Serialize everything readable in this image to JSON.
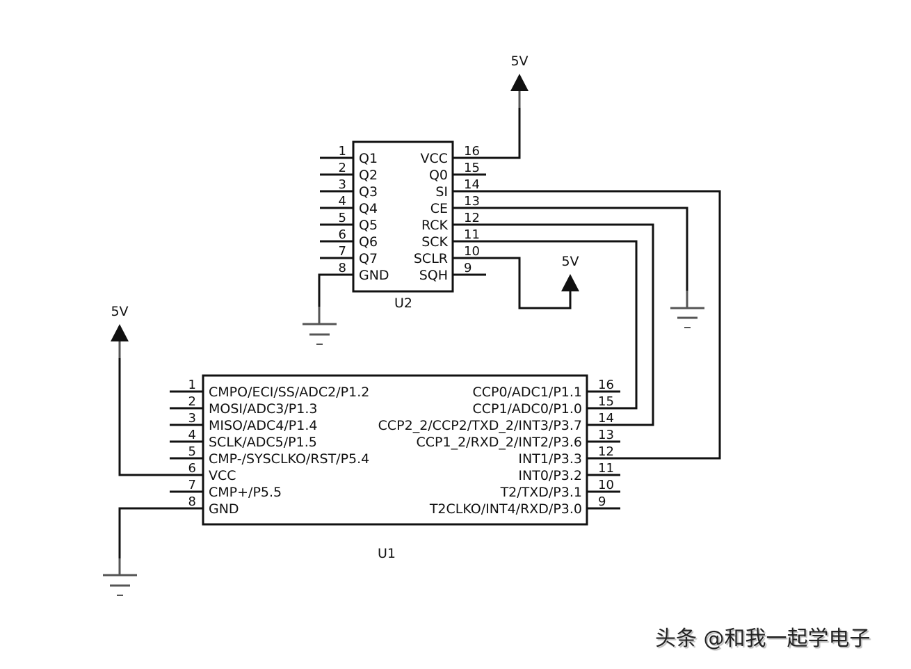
{
  "power_label": "5V",
  "u2": {
    "ref": "U2",
    "left_pins": [
      {
        "num": "1",
        "name": "Q1"
      },
      {
        "num": "2",
        "name": "Q2"
      },
      {
        "num": "3",
        "name": "Q3"
      },
      {
        "num": "4",
        "name": "Q4"
      },
      {
        "num": "5",
        "name": "Q5"
      },
      {
        "num": "6",
        "name": "Q6"
      },
      {
        "num": "7",
        "name": "Q7"
      },
      {
        "num": "8",
        "name": "GND"
      }
    ],
    "right_pins": [
      {
        "num": "16",
        "name": "VCC"
      },
      {
        "num": "15",
        "name": "Q0"
      },
      {
        "num": "14",
        "name": "SI"
      },
      {
        "num": "13",
        "name": "CE"
      },
      {
        "num": "12",
        "name": "RCK"
      },
      {
        "num": "11",
        "name": "SCK"
      },
      {
        "num": "10",
        "name": "SCLR"
      },
      {
        "num": "9",
        "name": "SQH"
      }
    ]
  },
  "u1": {
    "ref": "U1",
    "left_pins": [
      {
        "num": "1",
        "name": "CMPO/ECI/SS/ADC2/P1.2"
      },
      {
        "num": "2",
        "name": "MOSI/ADC3/P1.3"
      },
      {
        "num": "3",
        "name": "MISO/ADC4/P1.4"
      },
      {
        "num": "4",
        "name": "SCLK/ADC5/P1.5"
      },
      {
        "num": "5",
        "name": "CMP-/SYSCLKO/RST/P5.4"
      },
      {
        "num": "6",
        "name": "VCC"
      },
      {
        "num": "7",
        "name": "CMP+/P5.5"
      },
      {
        "num": "8",
        "name": "GND"
      }
    ],
    "right_pins": [
      {
        "num": "16",
        "name": "CCP0/ADC1/P1.1"
      },
      {
        "num": "15",
        "name": "CCP1/ADC0/P1.0"
      },
      {
        "num": "14",
        "name": "CCP2_2/CCP2/TXD_2/INT3/P3.7"
      },
      {
        "num": "13",
        "name": "CCP1_2/RXD_2/INT2/P3.6"
      },
      {
        "num": "12",
        "name": "INT1/P3.3"
      },
      {
        "num": "11",
        "name": "INT0/P3.2"
      },
      {
        "num": "10",
        "name": "T2/TXD/P3.1"
      },
      {
        "num": "9",
        "name": "T2CLKO/INT4/RXD/P3.0"
      }
    ]
  },
  "nets": [
    {
      "from": "U2.16 VCC",
      "to": "5V"
    },
    {
      "from": "U2.8 GND",
      "to": "GND"
    },
    {
      "from": "U2.10 SCLR",
      "to": "5V"
    },
    {
      "from": "U2.13 CE",
      "to": "GND"
    },
    {
      "from": "U2.14 SI",
      "to": "U1.12 INT1/P3.3"
    },
    {
      "from": "U2.12 RCK",
      "to": "U1.14 CCP2_2/CCP2/TXD_2/INT3/P3.7"
    },
    {
      "from": "U2.11 SCK",
      "to": "U1.15 CCP1/ADC0/P1.0"
    },
    {
      "from": "U1.6 VCC",
      "to": "5V"
    },
    {
      "from": "U1.8 GND",
      "to": "GND"
    }
  ],
  "watermark": "头条 @和我一起学电子"
}
